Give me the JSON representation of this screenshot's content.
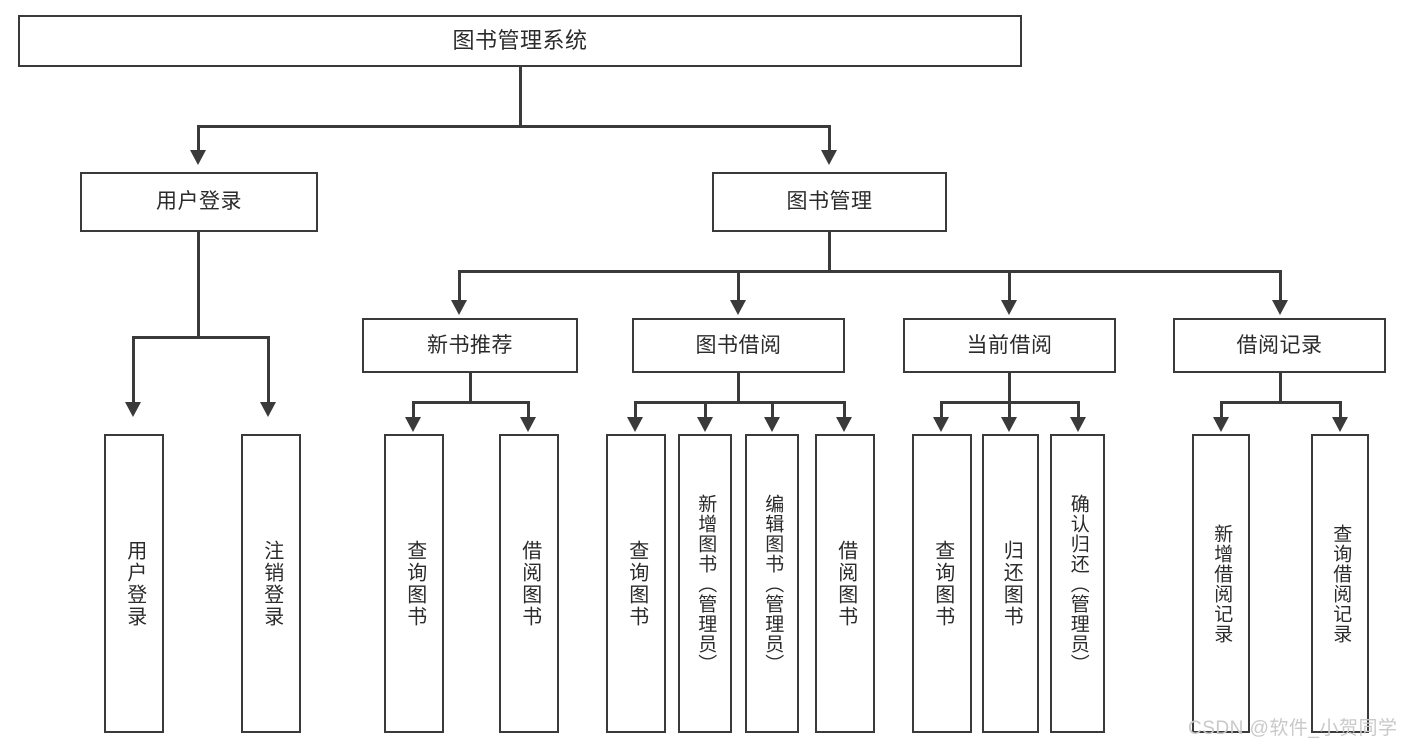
{
  "diagram": {
    "title": "图书管理系统",
    "watermark": "CSDN @软件_小贺同学",
    "colors": {
      "background": "#ffffff",
      "line": "#3a3a3a",
      "text": "#2b2b2b",
      "watermark": "#c9c9c9"
    },
    "root": {
      "label": "图书管理系统"
    },
    "level2": [
      {
        "label": "用户登录"
      },
      {
        "label": "图书管理"
      }
    ],
    "level3": [
      {
        "label": "新书推荐"
      },
      {
        "label": "图书借阅"
      },
      {
        "label": "当前借阅"
      },
      {
        "label": "借阅记录"
      }
    ],
    "leaves": {
      "user_login": [
        {
          "label": "用户登录"
        },
        {
          "label": "注销登录"
        }
      ],
      "new_book": [
        {
          "label": "查询图书"
        },
        {
          "label": "借阅图书"
        }
      ],
      "book_borrow": [
        {
          "label": "查询图书"
        },
        {
          "label": "新增图书（管理员）"
        },
        {
          "label": "编辑图书（管理员）"
        },
        {
          "label": "借阅图书"
        }
      ],
      "current_borrow": [
        {
          "label": "查询图书"
        },
        {
          "label": "归还图书"
        },
        {
          "label": "确认归还（管理员）"
        }
      ],
      "borrow_record": [
        {
          "label": "新增借阅记录"
        },
        {
          "label": "查询借阅记录"
        }
      ]
    }
  }
}
